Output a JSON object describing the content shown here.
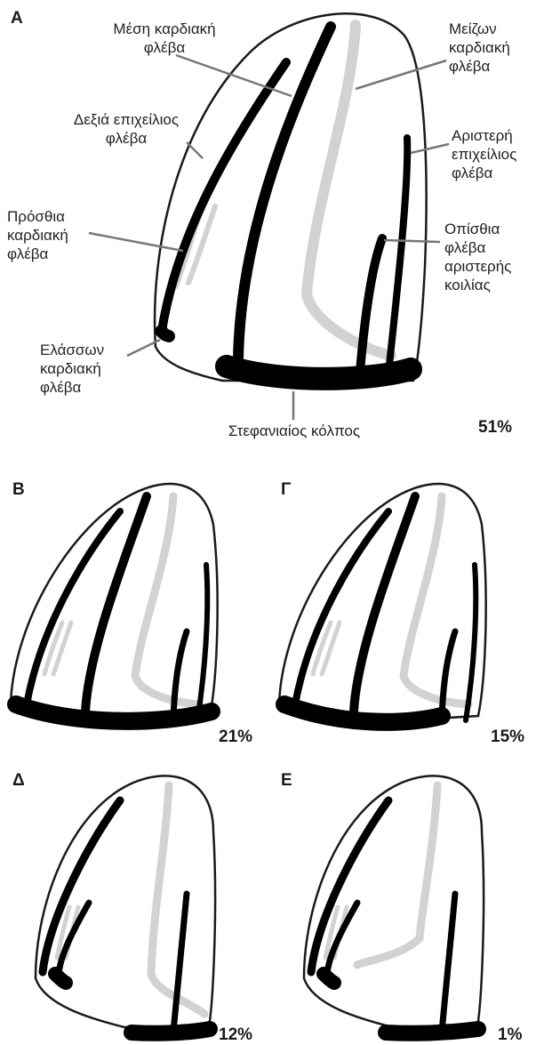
{
  "panels": [
    {
      "letter": "A",
      "percent": "51%"
    },
    {
      "letter": "B",
      "percent": "21%"
    },
    {
      "letter": "Γ",
      "percent": "15%"
    },
    {
      "letter": "Δ",
      "percent": "12%"
    },
    {
      "letter": "E",
      "percent": "1%"
    }
  ],
  "labels": {
    "middle_cardiac": "Μέση καρδιακή\nφλέβα",
    "great_cardiac": "Μείζων\nκαρδιακή\nφλέβα",
    "right_marginal": "Δεξιά επιχείλιος\nφλέβα",
    "left_marginal": "Αριστερή\nεπιχείλιος\nφλέβα",
    "anterior_cardiac": "Πρόσθια\nκαρδιακή\nφλέβα",
    "posterior_lv": "Οπίσθια\nφλέβα\nαριστερής\nκοιλίας",
    "small_cardiac": "Ελάσσων\nκαρδιακή\nφλέβα",
    "coronary_sinus": "Στεφανιαίος κόλπος"
  }
}
